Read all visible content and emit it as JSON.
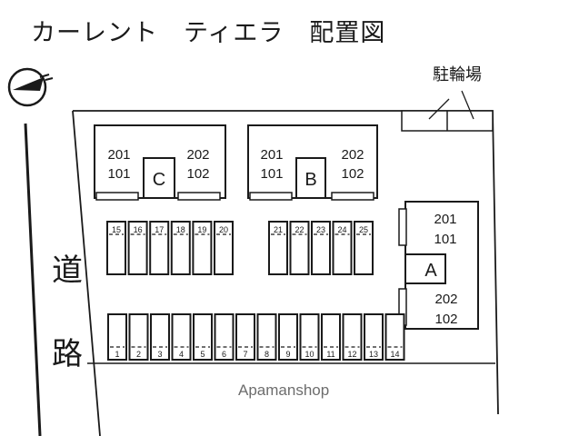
{
  "title": "カーレント　ティエラ　配置図",
  "bike_parking_label": "駐輪場",
  "road_label": [
    "道",
    "路"
  ],
  "watermark": "Apamanshop",
  "buildings": [
    {
      "letter": "C",
      "upper_left": "201",
      "lower_left": "101",
      "upper_right": "202",
      "lower_right": "102"
    },
    {
      "letter": "B",
      "upper_left": "201",
      "lower_left": "101",
      "upper_right": "202",
      "lower_right": "102"
    },
    {
      "letter": "A",
      "upper_top": "201",
      "lower_top": "101",
      "upper_bottom": "202",
      "lower_bottom": "102"
    }
  ],
  "parking_upper_left": [
    "15",
    "16",
    "17",
    "18",
    "19",
    "20"
  ],
  "parking_upper_right": [
    "21",
    "22",
    "23",
    "24",
    "25"
  ],
  "parking_lower": [
    "1",
    "2",
    "3",
    "4",
    "5",
    "6",
    "7",
    "8",
    "9",
    "10",
    "11",
    "12",
    "13",
    "14"
  ],
  "icons": {
    "compass": "compass-icon"
  }
}
